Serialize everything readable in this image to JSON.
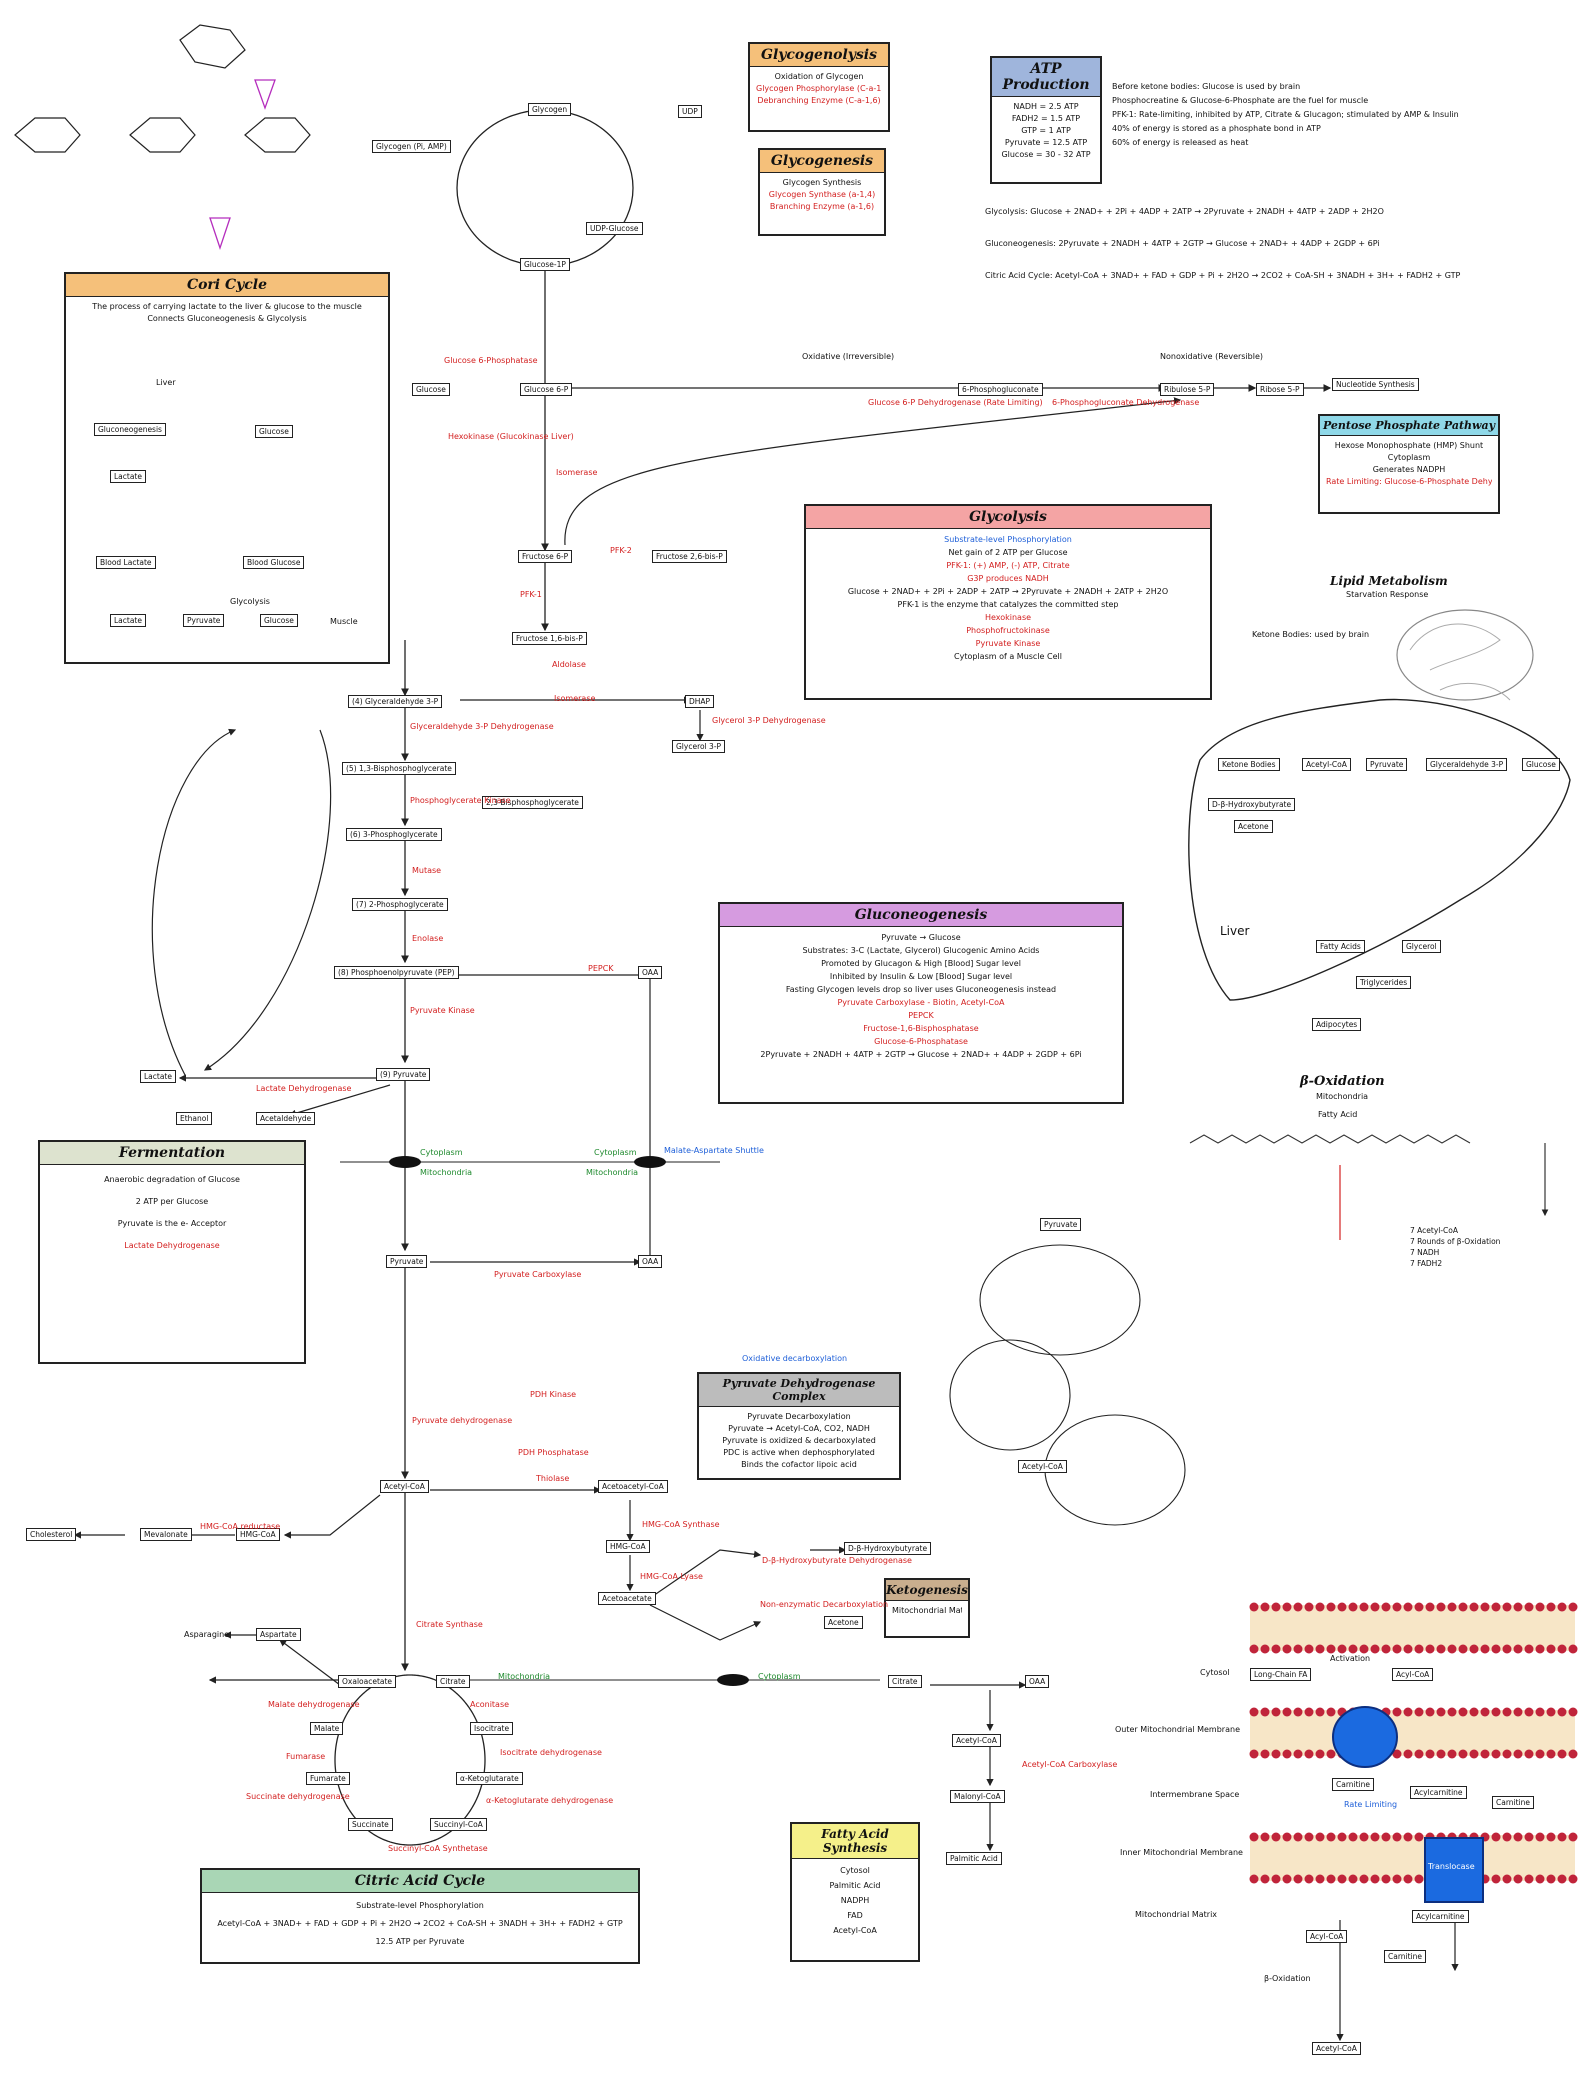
{
  "boxes": {
    "glycogenolysis": {
      "title": "Glycogenolysis",
      "lines": [
        "Oxidation of Glycogen",
        "Glycogen Phosphorylase (C-a-1,4)",
        "Debranching Enzyme (C-a-1,6)"
      ]
    },
    "glycogenesis": {
      "title": "Glycogenesis",
      "lines": [
        "Glycogen Synthesis",
        "Glycogen Synthase (a-1,4)",
        "Branching Enzyme (a-1,6)"
      ]
    },
    "atp_production": {
      "title": "ATP Production",
      "lines": [
        "NADH = 2.5 ATP",
        "FADH2 = 1.5 ATP",
        "GTP = 1 ATP",
        "Pyruvate = 12.5 ATP",
        "Glucose = 30 - 32 ATP"
      ]
    },
    "cori_cycle": {
      "title": "Cori Cycle",
      "lines": [
        "The process of carrying lactate to the liver & glucose to the muscle",
        "Connects Gluconeogenesis & Glycolysis"
      ]
    },
    "pentose_phosphate": {
      "title": "Pentose Phosphate Pathway",
      "lines": [
        "Hexose Monophosphate (HMP) Shunt",
        "Cytoplasm",
        "Generates NADPH",
        "Rate Limiting: Glucose-6-Phosphate Dehydrogenase"
      ]
    },
    "glycolysis": {
      "title": "Glycolysis",
      "lines": [
        "Substrate-level Phosphorylation",
        "Net gain of 2 ATP per Glucose",
        "PFK-1: (+) AMP, (-) ATP, Citrate",
        "G3P produces NADH",
        "Glucose + 2NAD+ + 2Pi + 2ADP + 2ATP → 2Pyruvate + 2NADH + 2ATP + 2H2O",
        "PFK-1 is the enzyme that catalyzes the committed step",
        "Hexokinase",
        "Phosphofructokinase",
        "Pyruvate Kinase",
        "Cytoplasm of a Muscle Cell"
      ]
    },
    "gluconeogenesis": {
      "title": "Gluconeogenesis",
      "lines": [
        "Pyruvate → Glucose",
        "Substrates: 3-C (Lactate, Glycerol) Glucogenic Amino Acids",
        "Promoted by Glucagon & High [Blood] Sugar level",
        "Inhibited by Insulin & Low [Blood] Sugar level",
        "Fasting Glycogen levels drop so liver uses Gluconeogenesis instead",
        "Pyruvate Carboxylase - Biotin, Acetyl-CoA",
        "PEPCK",
        "Fructose-1,6-Bisphosphatase",
        "Glucose-6-Phosphatase",
        "2Pyruvate + 2NADH + 4ATP + 2GTP → Glucose + 2NAD+ + 4ADP + 2GDP + 6Pi"
      ]
    },
    "fermentation": {
      "title": "Fermentation",
      "lines": [
        "Anaerobic degradation of Glucose",
        "2 ATP per Glucose",
        "Pyruvate is the e- Acceptor",
        "Lactate Dehydrogenase"
      ]
    },
    "pdc": {
      "title": "Pyruvate Dehydrogenase Complex",
      "lines": [
        "Pyruvate Decarboxylation",
        "Pyruvate → Acetyl-CoA, CO2, NADH",
        "Pyruvate is oxidized & decarboxylated",
        "PDC is active when dephosphorylated",
        "Binds the cofactor lipoic acid"
      ]
    },
    "ketogenesis": {
      "title": "Ketogenesis",
      "lines": [
        "Mitochondrial Matrix"
      ]
    },
    "tca": {
      "title": "Citric Acid Cycle",
      "lines": [
        "Substrate-level Phosphorylation",
        "Acetyl-CoA + 3NAD+ + FAD + GDP + Pi + 2H2O → 2CO2 + CoA-SH + 3NADH + 3H+ + FADH2 + GTP",
        "12.5 ATP per Pyruvate"
      ]
    },
    "fatty_acid_synthesis": {
      "title": "Fatty Acid Synthesis",
      "lines": [
        "Cytosol",
        "Palmitic Acid",
        "NADPH",
        "FAD",
        "Acetyl-CoA"
      ]
    },
    "lipid_metabolism": {
      "title": "Lipid Metabolism",
      "subtitle": "Starvation Response",
      "note": "Ketone Bodies: used by brain"
    },
    "beta_oxidation": {
      "title": "β-Oxidation",
      "subtitle": "Mitochondria",
      "lines": [
        "Fatty Acid",
        "7 Acetyl-CoA",
        "7 Rounds of β-Oxidation",
        "7 NADH",
        "7 FADH2"
      ]
    }
  },
  "atp_equations": [
    "Glycolysis: Glucose + 2NAD+ + 2Pi + 4ADP + 2ATP → 2Pyruvate + 2NADH + 4ATP + 2ADP + 2H2O",
    "Gluconeogenesis: 2Pyruvate + 2NADH + 4ATP + 2GTP → Glucose + 2NAD+ + 4ADP + 2GDP + 6Pi",
    "Citric Acid Cycle: Acetyl-CoA + 3NAD+ + FAD + GDP + Pi + 2H2O → 2CO2 + CoA-SH + 3NADH + 3H+ + FADH2 + GTP"
  ],
  "atp_notes": [
    "Before ketone bodies: Glucose is used by brain",
    "Phosphocreatine & Glucose-6-Phosphate are the fuel for muscle",
    "PFK-1: Rate-limiting, inhibited by ATP, Citrate & Glucagon; stimulated by AMP & Insulin",
    "40% of energy is stored as a phosphate bond in ATP",
    "60% of energy is released as heat"
  ],
  "nodes": {
    "glycogen": "Glycogen",
    "g1p": "Glucose-1P",
    "udp_glucose": "UDP-Glucose",
    "udp": "UDP",
    "glycogen_pi_amp": "Glycogen (Pi, AMP)",
    "glucose": "Glucose",
    "g6p": "Glucose 6-P",
    "f6p": "Fructose 6-P",
    "f26bp": "Fructose 2,6-bis-P",
    "f16bp": "Fructose 1,6-bis-P",
    "g3p": "(4) Glyceraldehyde 3-P",
    "dhap": "DHAP",
    "glycerol3p": "Glycerol 3-P",
    "bpg13": "(5) 1,3-Bisphosphoglycerate",
    "bpg23": "2,3-Bisphosphoglycerate",
    "pg3": "(6) 3-Phosphoglycerate",
    "pg2": "(7) 2-Phosphoglycerate",
    "pep": "(8) Phosphoenolpyruvate (PEP)",
    "pyruvate": "(9) Pyruvate",
    "lactate": "Lactate",
    "ethanol": "Ethanol",
    "acetaldehyde": "Acetaldehyde",
    "oaa": "OAA",
    "pyruvate_m": "Pyruvate",
    "oaa_m": "OAA",
    "acetyl_coa": "Acetyl-CoA",
    "acetoacetyl_coa": "Acetoacetyl-CoA",
    "hmg_coa": "HMG-CoA",
    "acetoacetate": "Acetoacetate",
    "b_hydroxybutyrate": "D-β-Hydroxybutyrate",
    "acetone": "Acetone",
    "cholesterol": "Cholesterol",
    "mevalonate": "Mevalonate",
    "hmg_coa2": "HMG-CoA",
    "oxaloacetate": "Oxaloacetate",
    "citrate": "Citrate",
    "isocitrate": "Isocitrate",
    "akg": "α-Ketoglutarate",
    "succinyl_coa": "Succinyl-CoA",
    "succinate": "Succinate",
    "fumarate": "Fumarate",
    "malate": "Malate",
    "aspartate": "Aspartate",
    "asparagine": "Asparagine",
    "citrate_c": "Citrate",
    "oaa_c": "OAA",
    "malonyl_coa": "Malonyl-CoA",
    "palmitic_acid": "Palmitic Acid",
    "ribulose5p": "Ribulose 5-P",
    "ribose5p": "Ribose 5-P",
    "nucleotide": "Nucleotide Synthesis",
    "6pg": "6-Phosphogluconate",
    "ketone_bodies": "Ketone Bodies",
    "acetyl_coa_l": "Acetyl-CoA",
    "pyruvate_l": "Pyruvate",
    "g3p_l": "Glyceraldehyde 3-P",
    "glucose_l": "Glucose",
    "dbh_l": "D-β-Hydroxybutyrate",
    "acetone_l": "Acetone",
    "fatty_acids_l": "Fatty Acids",
    "glycerol_l": "Glycerol",
    "triglycerides_l": "Triglycerides",
    "adipocytes_l": "Adipocytes",
    "liver_l": "Liver",
    "gluconeo_l": "Gluconeogenesis",
    "glucose_cori": "Glucose",
    "blood_lactate": "Blood Lactate",
    "blood_glucose": "Blood Glucose",
    "lactate_cori": "Lactate",
    "pyruvate_cori": "Pyruvate",
    "glucose_cori2": "Glucose",
    "muscle": "Muscle",
    "liver_cori": "Liver",
    "glycolysis_cori": "Glycolysis"
  },
  "enzyme_labels": {
    "glucose6phosphatase": "Glucose 6-Phosphatase",
    "hexokinase": "Hexokinase (Glucokinase Liver)",
    "g6pd": "Glucose 6-P Dehydrogenase (Rate Limiting)",
    "6pgd": "6-Phosphogluconate Dehydrogenase",
    "oxidative": "Oxidative (Irreversible)",
    "nonoxidative": "Nonoxidative (Reversible)",
    "isomerase": "Isomerase",
    "pfk1": "PFK-1",
    "pfk2": "PFK-2",
    "aldolase": "Aldolase",
    "tpi": "Isomerase",
    "g3pdh": "Glyceraldehyde 3-P Dehydrogenase",
    "pgk": "Phosphoglycerate Kinase",
    "mutase": "Mutase",
    "enolase": "Enolase",
    "pk": "Pyruvate Kinase",
    "pepck": "PEPCK",
    "ldh": "Lactate Dehydrogenase",
    "glycerol3pdh": "Glycerol 3-P Dehydrogenase",
    "pc": "Pyruvate Carboxylase",
    "pdh": "Pyruvate dehydrogenase",
    "pdh_kinase": "PDH Kinase",
    "pdh_phosphatase": "PDH Phosphatase",
    "thiolase": "Thiolase",
    "hmg_synthase": "HMG-CoA Synthase",
    "hmg_lyase": "HMG-CoA Lyase",
    "hmg_reductase": "HMG-CoA reductase",
    "citrate_synthase": "Citrate Synthase",
    "aconitase": "Aconitase",
    "idh": "Isocitrate dehydrogenase",
    "akgdh": "α-Ketoglutarate dehydrogenase",
    "scs": "Succinyl-CoA Synthetase",
    "sdh": "Succinate dehydrogenase",
    "fumarase": "Fumarase",
    "mdh": "Malate dehydrogenase",
    "acc": "Acetyl-CoA Carboxylase",
    "bdh": "D-β-Hydroxybutyrate Dehydrogenase",
    "decarb": "Non-enzymatic Decarboxylation"
  },
  "compartments": {
    "cytoplasm": "Cytoplasm",
    "mitochondria": "Mitochondria",
    "cytoplasm2": "Cytoplasm",
    "mitochondria2": "Mitochondria",
    "malate_aspartate": "Malate-Aspartate Shuttle",
    "oxidative_decarb": "Oxidative decarboxylation"
  },
  "membrane": {
    "activation": "Activation",
    "cytosol": "Cytosol",
    "outer": "Outer Mitochondrial Membrane",
    "intermembrane": "Intermembrane Space",
    "inner": "Inner Mitochondrial Membrane",
    "matrix": "Mitochondrial Matrix",
    "long_chain_fa": "Long-Chain FA",
    "acyl_coa": "Acyl-CoA",
    "carnitine": "Carnitine",
    "acylcarnitine": "Acylcarnitine",
    "translocase": "Translocase",
    "cpt1": "Rate Limiting",
    "acyl_coa2": "Acyl-CoA",
    "carnitine2": "Carnitine",
    "acylcarnitine2": "Acylcarnitine",
    "beta_ox": "β-Oxidation",
    "acetyl_coa_final": "Acetyl-CoA"
  },
  "colors": {
    "glycogenolysis": "#f5c07a",
    "glycogenesis": "#f5c07a",
    "atp": "#9fb5dc",
    "cori": "#f5c07a",
    "pentose": "#8fd8e8",
    "glycolysis": "#f4a4a4",
    "gluconeogenesis": "#d69be0",
    "fermentation": "#dde3cf",
    "pdc": "#bcbcbc",
    "ketogenesis": "#c9ae8e",
    "tca": "#a9d6b5",
    "fas": "#f5f08a",
    "red": "#d32020",
    "blue": "#1e5fd8",
    "green": "#1f8a2e"
  }
}
